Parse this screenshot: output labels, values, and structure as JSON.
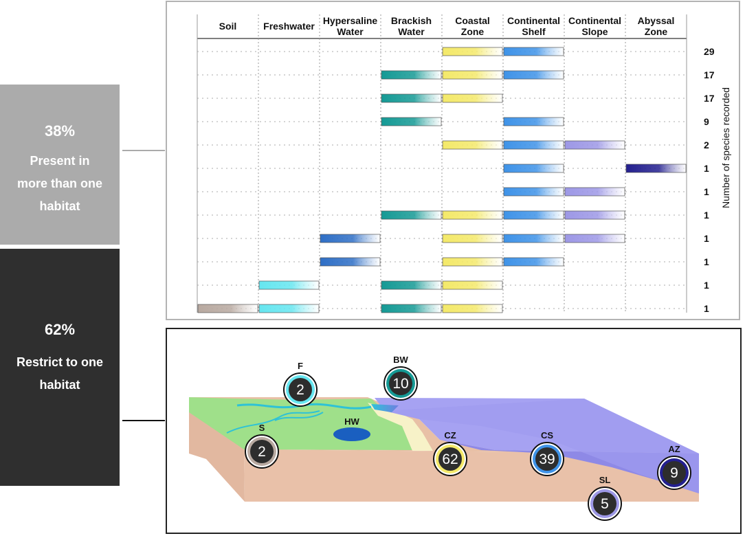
{
  "summary": {
    "multi": {
      "percent": "38%",
      "lines": [
        "Present in",
        "more than one",
        "habitat"
      ],
      "color": "#ababab"
    },
    "single": {
      "percent": "62%",
      "lines": [
        "Restrict to one",
        "habitat"
      ],
      "color": "#2f2f2f"
    }
  },
  "chart_data": {
    "type": "table",
    "habitats": [
      {
        "name": [
          "Soil"
        ],
        "color": "#b8a9a0"
      },
      {
        "name": [
          "Freshwater"
        ],
        "color": "#66e6f0"
      },
      {
        "name": [
          "Hypersaline",
          "Water"
        ],
        "color": "#2f6fc6"
      },
      {
        "name": [
          "Brackish",
          "Water"
        ],
        "color": "#159a95"
      },
      {
        "name": [
          "Coastal",
          "Zone"
        ],
        "color": "#f4e96a"
      },
      {
        "name": [
          "Continental",
          "Shelf"
        ],
        "color": "#3f93e8"
      },
      {
        "name": [
          "Continental",
          "Slope"
        ],
        "color": "#9d98e6"
      },
      {
        "name": [
          "Abyssal",
          "Zone"
        ],
        "color": "#24208f"
      }
    ],
    "rows": [
      {
        "present": [
          4,
          5
        ],
        "count": 29
      },
      {
        "present": [
          3,
          4,
          5
        ],
        "count": 17
      },
      {
        "present": [
          3,
          4
        ],
        "count": 17
      },
      {
        "present": [
          3,
          5
        ],
        "count": 9
      },
      {
        "present": [
          4,
          5,
          6
        ],
        "count": 2
      },
      {
        "present": [
          5,
          7
        ],
        "count": 1
      },
      {
        "present": [
          5,
          6
        ],
        "count": 1
      },
      {
        "present": [
          3,
          4,
          5,
          6
        ],
        "count": 1
      },
      {
        "present": [
          2,
          4,
          5,
          6
        ],
        "count": 1
      },
      {
        "present": [
          2,
          4,
          5
        ],
        "count": 1
      },
      {
        "present": [
          1,
          3,
          4
        ],
        "count": 1
      },
      {
        "present": [
          0,
          1,
          3,
          4
        ],
        "count": 1
      }
    ],
    "ylabel": "Number of species recorded"
  },
  "map": {
    "badges": [
      {
        "label": "F",
        "value": 2,
        "color": "#66e6f0"
      },
      {
        "label": "BW",
        "value": 10,
        "color": "#159a95"
      },
      {
        "label": "HW",
        "value": null,
        "color": "#1a5fc0"
      },
      {
        "label": "S",
        "value": 2,
        "color": "#b8a9a0"
      },
      {
        "label": "CZ",
        "value": 62,
        "color": "#f4e96a"
      },
      {
        "label": "CS",
        "value": 39,
        "color": "#3f93e8"
      },
      {
        "label": "AZ",
        "value": 9,
        "color": "#24208f"
      },
      {
        "label": "SL",
        "value": 5,
        "color": "#9d98e6"
      }
    ]
  }
}
